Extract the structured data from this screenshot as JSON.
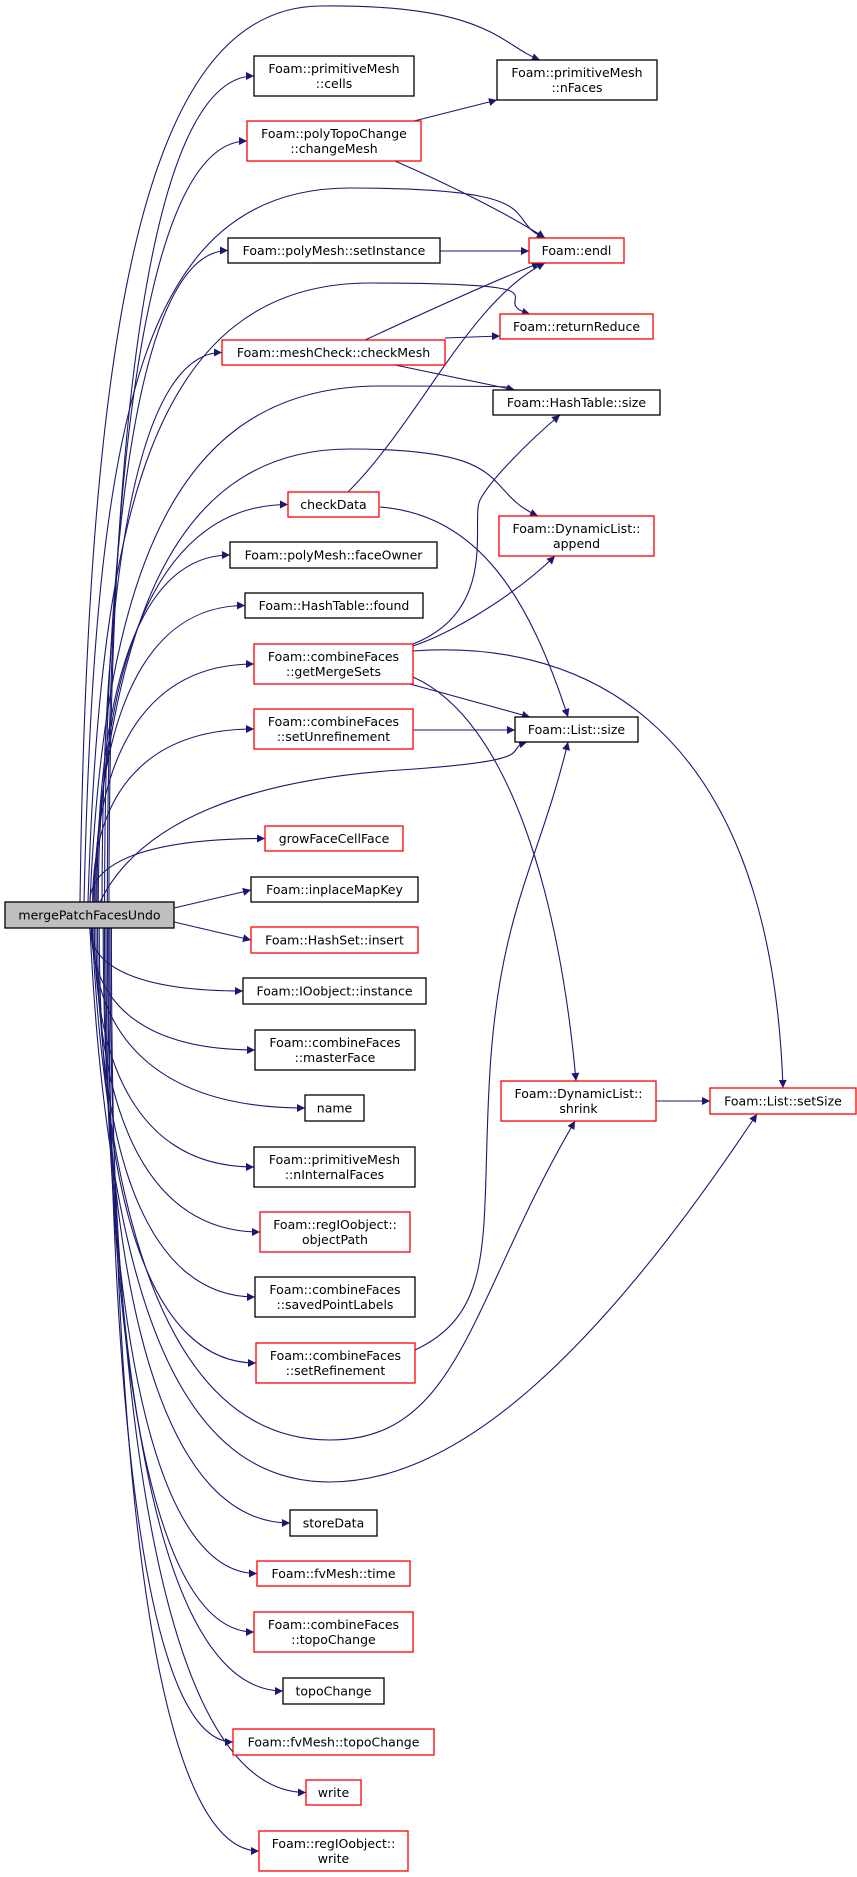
{
  "graph": {
    "title": "mergePatchFacesUndo call graph",
    "colors": {
      "edge": "#191970",
      "truncated_border": "#ff0000",
      "normal_border": "#000000",
      "root_fill": "#bfbfbf"
    },
    "nodes": [
      {
        "id": "root",
        "lines": [
          "mergePatchFacesUndo"
        ],
        "kind": "root"
      },
      {
        "id": "cells",
        "lines": [
          "Foam::primitiveMesh",
          "::cells"
        ],
        "kind": "black"
      },
      {
        "id": "nFaces",
        "lines": [
          "Foam::primitiveMesh",
          "::nFaces"
        ],
        "kind": "black"
      },
      {
        "id": "changeMesh",
        "lines": [
          "Foam::polyTopoChange",
          "::changeMesh"
        ],
        "kind": "red"
      },
      {
        "id": "setInstance",
        "lines": [
          "Foam::polyMesh::setInstance"
        ],
        "kind": "black"
      },
      {
        "id": "endl",
        "lines": [
          "Foam::endl"
        ],
        "kind": "red"
      },
      {
        "id": "returnReduce",
        "lines": [
          "Foam::returnReduce"
        ],
        "kind": "red"
      },
      {
        "id": "checkMesh",
        "lines": [
          "Foam::meshCheck::checkMesh"
        ],
        "kind": "red"
      },
      {
        "id": "htSize",
        "lines": [
          "Foam::HashTable::size"
        ],
        "kind": "black"
      },
      {
        "id": "checkData",
        "lines": [
          "checkData"
        ],
        "kind": "red"
      },
      {
        "id": "append",
        "lines": [
          "Foam::DynamicList::",
          "append"
        ],
        "kind": "red"
      },
      {
        "id": "faceOwner",
        "lines": [
          "Foam::polyMesh::faceOwner"
        ],
        "kind": "black"
      },
      {
        "id": "found",
        "lines": [
          "Foam::HashTable::found"
        ],
        "kind": "black"
      },
      {
        "id": "getMergeSets",
        "lines": [
          "Foam::combineFaces",
          "::getMergeSets"
        ],
        "kind": "red"
      },
      {
        "id": "setUnrefinement",
        "lines": [
          "Foam::combineFaces",
          "::setUnrefinement"
        ],
        "kind": "red"
      },
      {
        "id": "listSize",
        "lines": [
          "Foam::List::size"
        ],
        "kind": "black"
      },
      {
        "id": "growFaceCellFace",
        "lines": [
          "growFaceCellFace"
        ],
        "kind": "red"
      },
      {
        "id": "inplaceMapKey",
        "lines": [
          "Foam::inplaceMapKey"
        ],
        "kind": "black"
      },
      {
        "id": "insert",
        "lines": [
          "Foam::HashSet::insert"
        ],
        "kind": "red"
      },
      {
        "id": "instance",
        "lines": [
          "Foam::IOobject::instance"
        ],
        "kind": "black"
      },
      {
        "id": "masterFace",
        "lines": [
          "Foam::combineFaces",
          "::masterFace"
        ],
        "kind": "black"
      },
      {
        "id": "name",
        "lines": [
          "name"
        ],
        "kind": "black"
      },
      {
        "id": "nInternalFaces",
        "lines": [
          "Foam::primitiveMesh",
          "::nInternalFaces"
        ],
        "kind": "black"
      },
      {
        "id": "shrink",
        "lines": [
          "Foam::DynamicList::",
          "shrink"
        ],
        "kind": "red"
      },
      {
        "id": "setSize",
        "lines": [
          "Foam::List::setSize"
        ],
        "kind": "red"
      },
      {
        "id": "objectPath",
        "lines": [
          "Foam::regIOobject::",
          "objectPath"
        ],
        "kind": "red"
      },
      {
        "id": "savedPointLabels",
        "lines": [
          "Foam::combineFaces",
          "::savedPointLabels"
        ],
        "kind": "black"
      },
      {
        "id": "setRefinement",
        "lines": [
          "Foam::combineFaces",
          "::setRefinement"
        ],
        "kind": "red"
      },
      {
        "id": "storeData",
        "lines": [
          "storeData"
        ],
        "kind": "black"
      },
      {
        "id": "time",
        "lines": [
          "Foam::fvMesh::time"
        ],
        "kind": "red"
      },
      {
        "id": "cfTopoChange",
        "lines": [
          "Foam::combineFaces",
          "::topoChange"
        ],
        "kind": "red"
      },
      {
        "id": "topoChange",
        "lines": [
          "topoChange"
        ],
        "kind": "black"
      },
      {
        "id": "fvTopoChange",
        "lines": [
          "Foam::fvMesh::topoChange"
        ],
        "kind": "red"
      },
      {
        "id": "write",
        "lines": [
          "write"
        ],
        "kind": "red"
      },
      {
        "id": "regWrite",
        "lines": [
          "Foam::regIOobject::",
          "write"
        ],
        "kind": "red"
      }
    ],
    "edges": [
      [
        "root",
        "nFaces"
      ],
      [
        "root",
        "cells"
      ],
      [
        "root",
        "changeMesh"
      ],
      [
        "root",
        "endl"
      ],
      [
        "root",
        "setInstance"
      ],
      [
        "root",
        "returnReduce"
      ],
      [
        "root",
        "checkMesh"
      ],
      [
        "root",
        "htSize"
      ],
      [
        "root",
        "append"
      ],
      [
        "root",
        "checkData"
      ],
      [
        "root",
        "faceOwner"
      ],
      [
        "root",
        "found"
      ],
      [
        "root",
        "getMergeSets"
      ],
      [
        "root",
        "setUnrefinement"
      ],
      [
        "root",
        "listSize"
      ],
      [
        "root",
        "growFaceCellFace"
      ],
      [
        "root",
        "inplaceMapKey"
      ],
      [
        "root",
        "insert"
      ],
      [
        "root",
        "instance"
      ],
      [
        "root",
        "masterFace"
      ],
      [
        "root",
        "name"
      ],
      [
        "root",
        "nInternalFaces"
      ],
      [
        "root",
        "objectPath"
      ],
      [
        "root",
        "savedPointLabels"
      ],
      [
        "root",
        "setRefinement"
      ],
      [
        "root",
        "shrink"
      ],
      [
        "root",
        "setSize"
      ],
      [
        "root",
        "storeData"
      ],
      [
        "root",
        "time"
      ],
      [
        "root",
        "cfTopoChange"
      ],
      [
        "root",
        "topoChange"
      ],
      [
        "root",
        "fvTopoChange"
      ],
      [
        "root",
        "write"
      ],
      [
        "root",
        "regWrite"
      ],
      [
        "changeMesh",
        "nFaces"
      ],
      [
        "changeMesh",
        "endl"
      ],
      [
        "setInstance",
        "endl"
      ],
      [
        "checkMesh",
        "endl"
      ],
      [
        "checkMesh",
        "returnReduce"
      ],
      [
        "checkMesh",
        "htSize"
      ],
      [
        "checkData",
        "endl"
      ],
      [
        "checkData",
        "listSize"
      ],
      [
        "getMergeSets",
        "htSize"
      ],
      [
        "getMergeSets",
        "append"
      ],
      [
        "getMergeSets",
        "setSize"
      ],
      [
        "getMergeSets",
        "listSize"
      ],
      [
        "getMergeSets",
        "shrink"
      ],
      [
        "setUnrefinement",
        "listSize"
      ],
      [
        "setRefinement",
        "listSize"
      ],
      [
        "shrink",
        "setSize"
      ]
    ]
  }
}
